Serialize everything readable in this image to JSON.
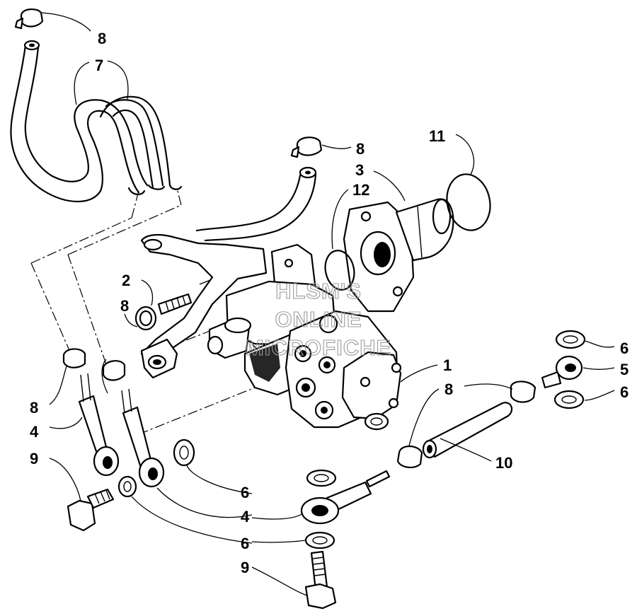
{
  "callouts": {
    "c8a": "8",
    "c7": "7",
    "c8b": "8",
    "c11": "11",
    "c3": "3",
    "c12": "12",
    "c2": "2",
    "c8c": "8",
    "c1": "1",
    "c6a": "6",
    "c5": "5",
    "c8d": "8",
    "c6b": "6",
    "c8e": "8",
    "c4a": "4",
    "c10": "10",
    "c9a": "9",
    "c6c": "6",
    "c4b": "4",
    "c6d": "6",
    "c9b": "9"
  },
  "watermark": {
    "line1": "HLSM'S",
    "line2": "ONLINE",
    "line3": "MICROFICHE"
  }
}
